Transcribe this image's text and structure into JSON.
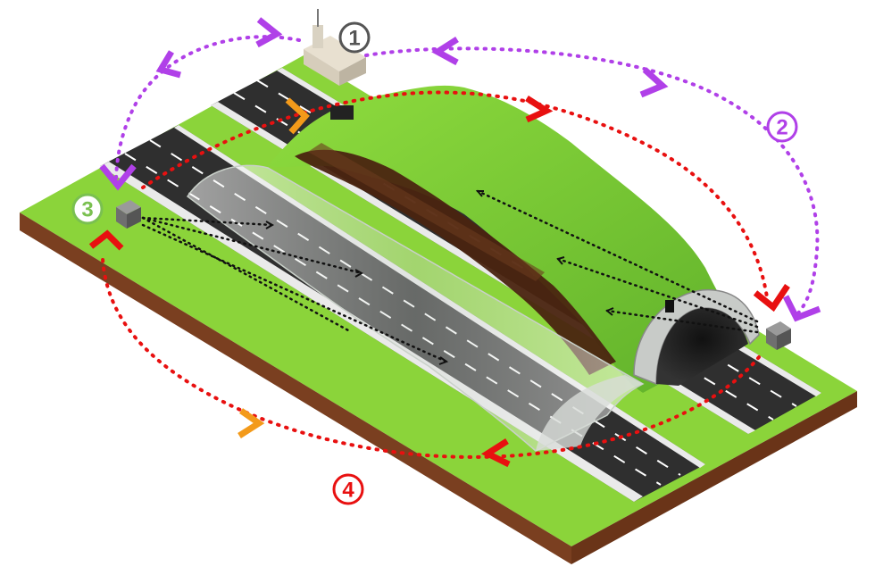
{
  "labels": {
    "one": "1",
    "two": "2",
    "three": "3",
    "four": "4"
  },
  "colors": {
    "grass": "#8bd43a",
    "grass_dark": "#6cb52a",
    "soil": "#7a3f20",
    "road": "#333333",
    "tunnel": "#5aa832",
    "purple": "#b040e8",
    "red": "#e81010",
    "orange": "#f39a1a",
    "grey_label": "#555555",
    "green_label": "#7ac050"
  }
}
